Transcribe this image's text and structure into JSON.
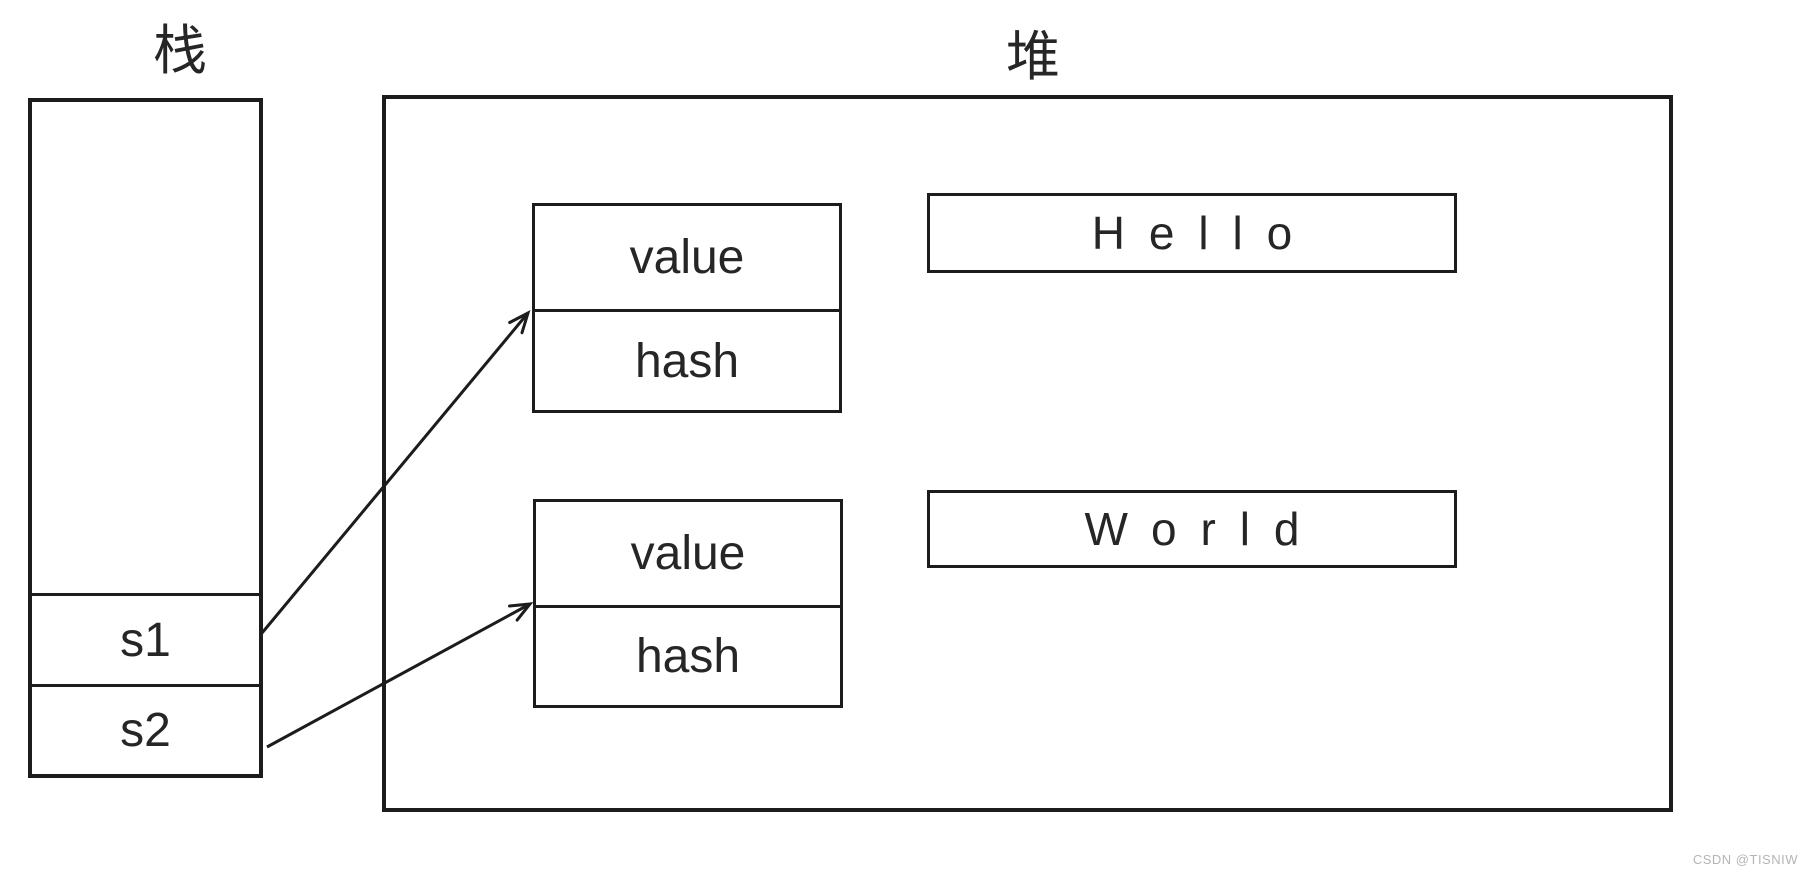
{
  "diagram": {
    "stack": {
      "label": "栈",
      "slots": [
        {
          "name": "s1"
        },
        {
          "name": "s2"
        }
      ]
    },
    "heap": {
      "label": "堆",
      "string_objects": [
        {
          "fields": [
            "value",
            "hash"
          ]
        },
        {
          "fields": [
            "value",
            "hash"
          ]
        }
      ],
      "interned_strings": [
        "Hello",
        "World"
      ]
    },
    "arrows": [
      {
        "from": "s1",
        "to": "string-object-1"
      },
      {
        "from": "s2",
        "to": "string-object-2"
      }
    ],
    "watermark": "CSDN @TISNIW"
  },
  "colors": {
    "stroke": "#1c1c1c",
    "text": "#262626",
    "watermark": "#b5b5b5",
    "background": "#ffffff"
  }
}
